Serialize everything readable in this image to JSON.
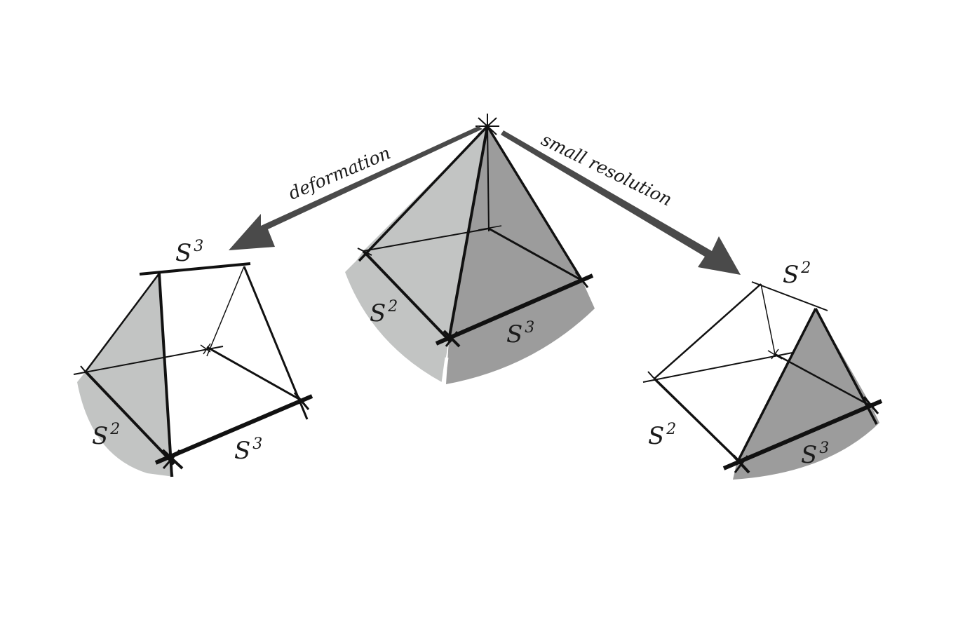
{
  "arrows": {
    "left": {
      "label": "deformation"
    },
    "right": {
      "label": "small resolution"
    }
  },
  "colors": {
    "light_gray": "#c2c4c3",
    "dark_gray": "#9c9c9c",
    "arrow": "#4a4a4a",
    "line": "#111111"
  },
  "left_figure": {
    "top": {
      "base": "S",
      "exp": "3"
    },
    "side": {
      "base": "S",
      "exp": "2"
    },
    "bottom": {
      "base": "S",
      "exp": "3"
    }
  },
  "center_figure": {
    "side": {
      "base": "S",
      "exp": "2"
    },
    "bottom": {
      "base": "S",
      "exp": "3"
    }
  },
  "right_figure": {
    "top": {
      "base": "S",
      "exp": "2"
    },
    "side": {
      "base": "S",
      "exp": "2"
    },
    "bottom": {
      "base": "S",
      "exp": "3"
    }
  }
}
